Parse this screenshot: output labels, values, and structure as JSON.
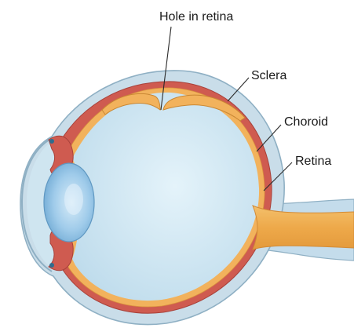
{
  "labels": {
    "hole_in_retina": "Hole in retina",
    "sclera": "Sclera",
    "choroid": "Choroid",
    "retina": "Retina"
  },
  "colors": {
    "sclera_outer": "#c9dde9",
    "sclera_edge": "#8fb0c4",
    "vitreous": "#d6ecf6",
    "choroid": "#cf5b50",
    "retina": "#f2b25c",
    "optic_nerve": "#f0b25a",
    "lens": "#8fc2e6"
  }
}
